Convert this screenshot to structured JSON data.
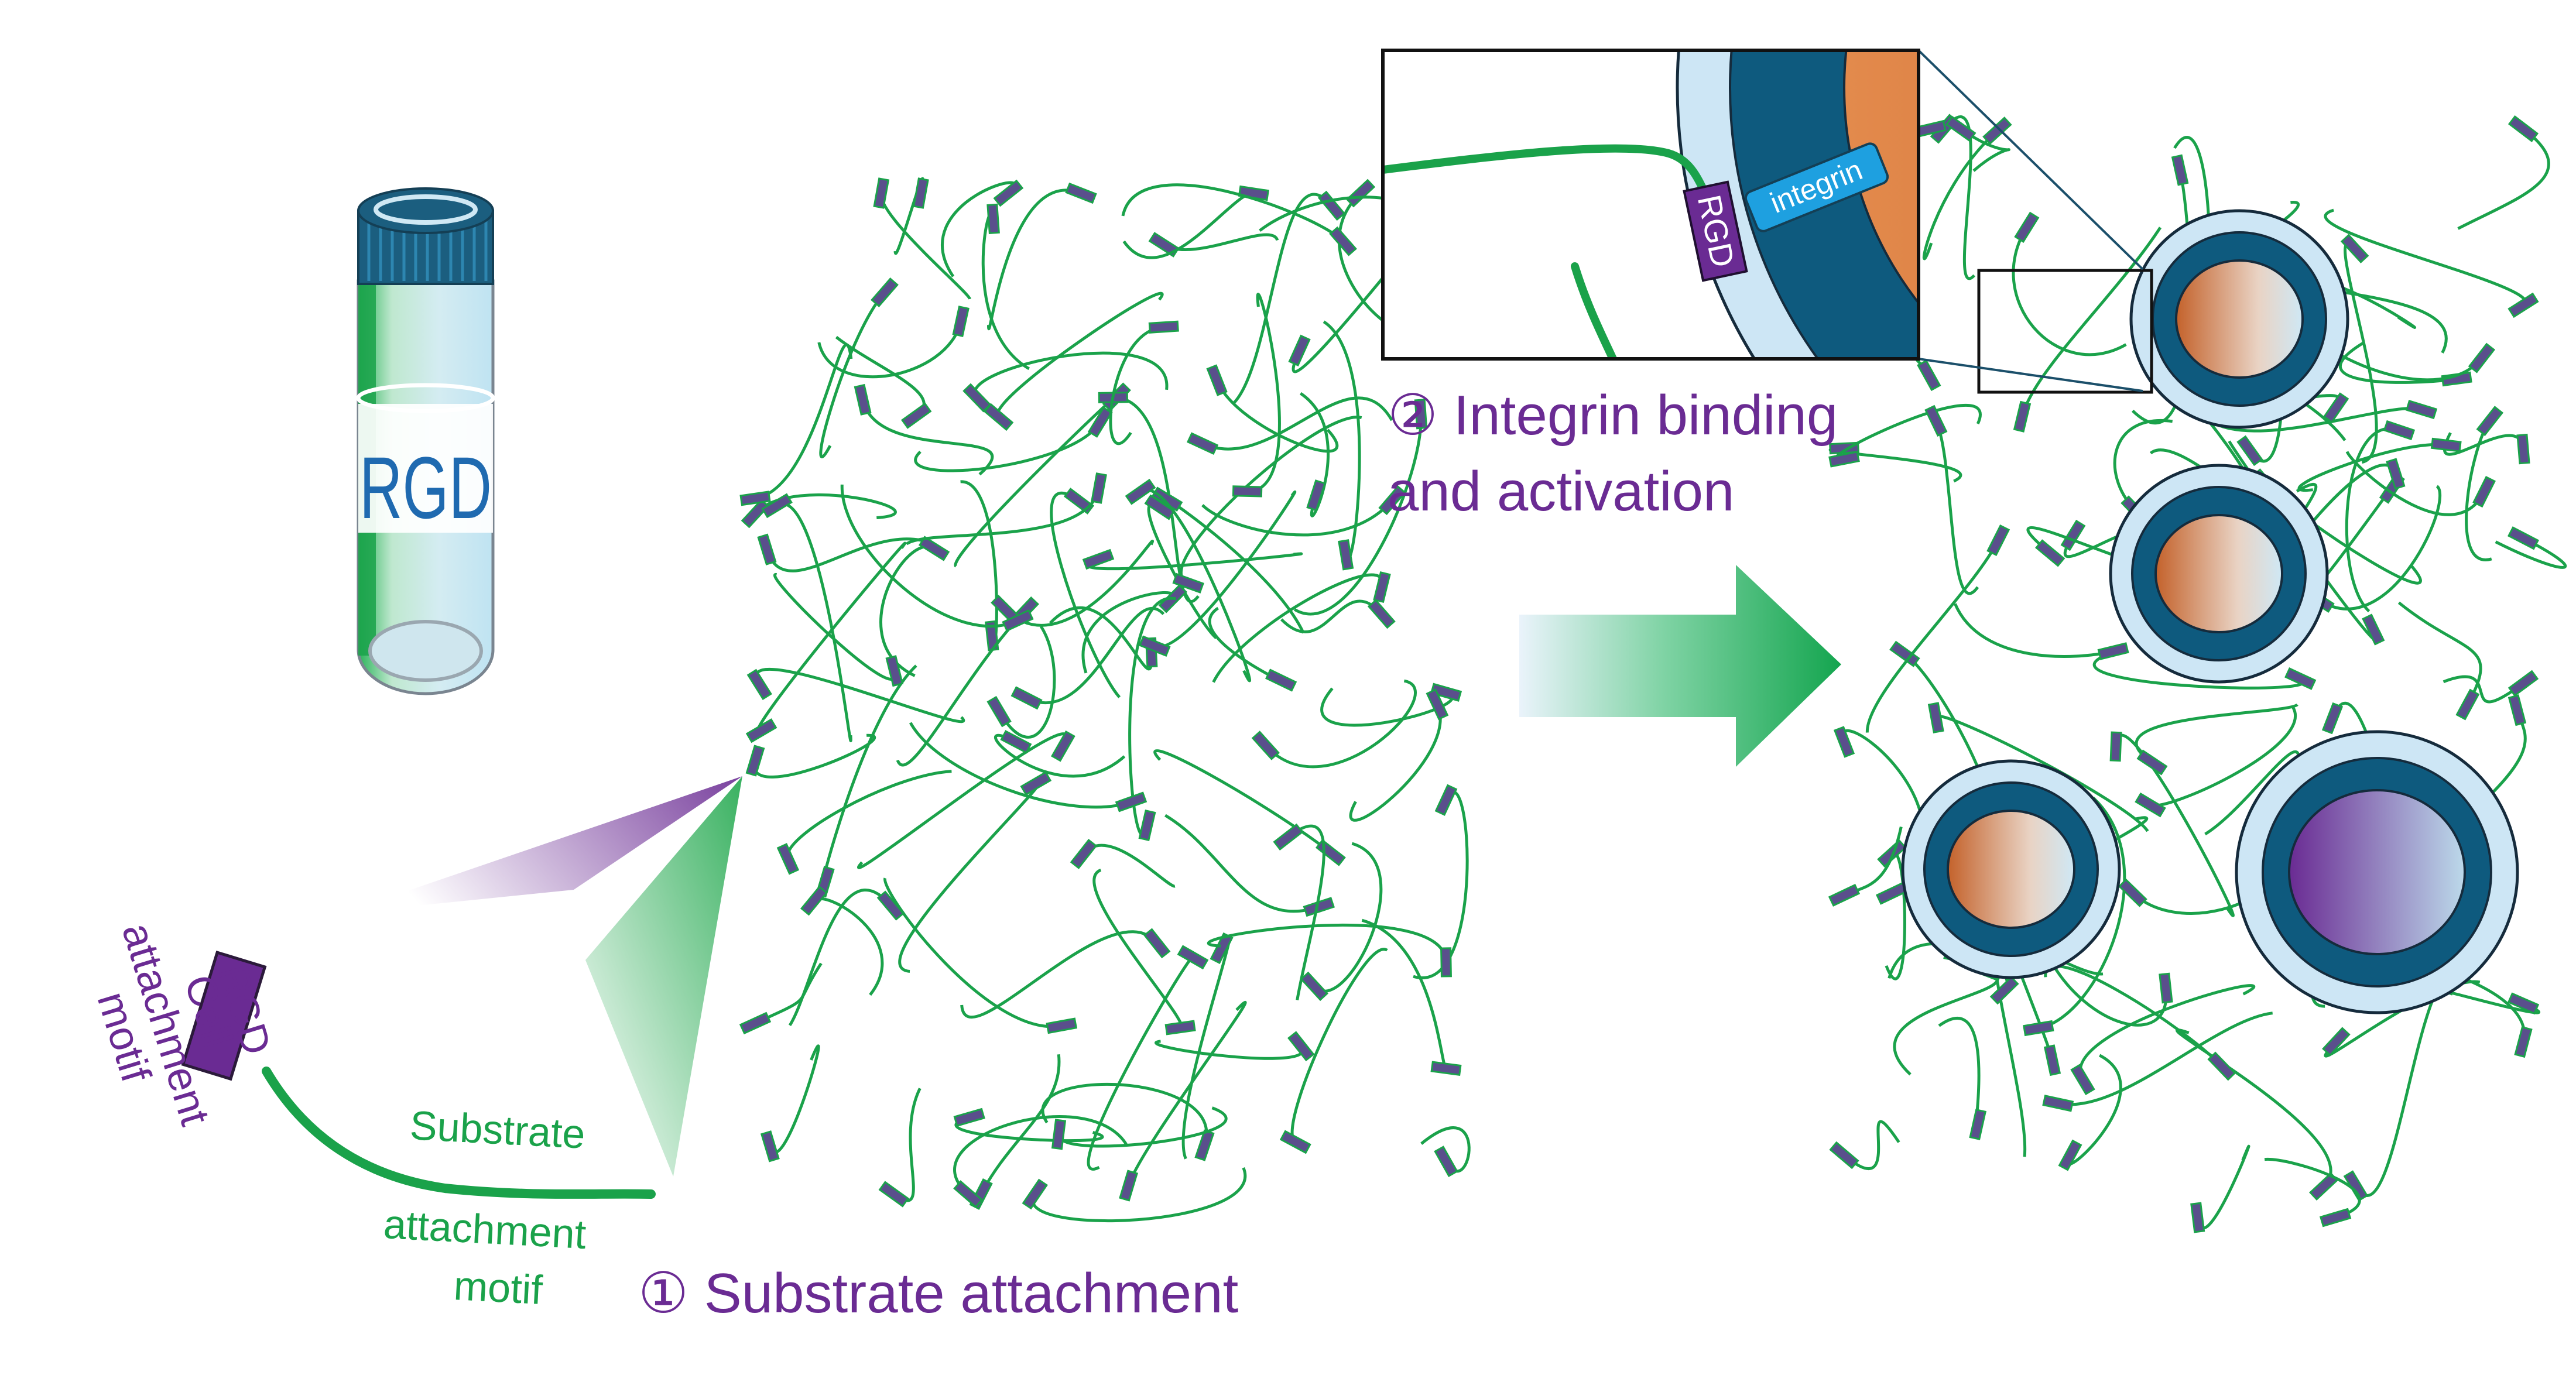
{
  "vial": {
    "label": "RGD"
  },
  "molecule": {
    "rgd_label": "RGD",
    "cell_motif_label": [
      "Cell",
      "attachment",
      "motif"
    ],
    "substrate_motif_label": [
      "Substrate",
      "attachment",
      "motif"
    ]
  },
  "steps": {
    "step1": "① Substrate attachment",
    "step2_line1": "② Integrin binding",
    "step2_line2": "and activation"
  },
  "inset": {
    "rgd_label": "RGD",
    "integrin_label": "integrin"
  },
  "colors": {
    "fiber": "#1aa24a",
    "rgd_block": "#6a2b93",
    "integrin": "#1ea0e0",
    "membrane_dark": "#0e5a7e",
    "membrane_light": "#cde6f5",
    "nucleus": "#c4622b",
    "nucleus_alt": "#6a2b93"
  }
}
